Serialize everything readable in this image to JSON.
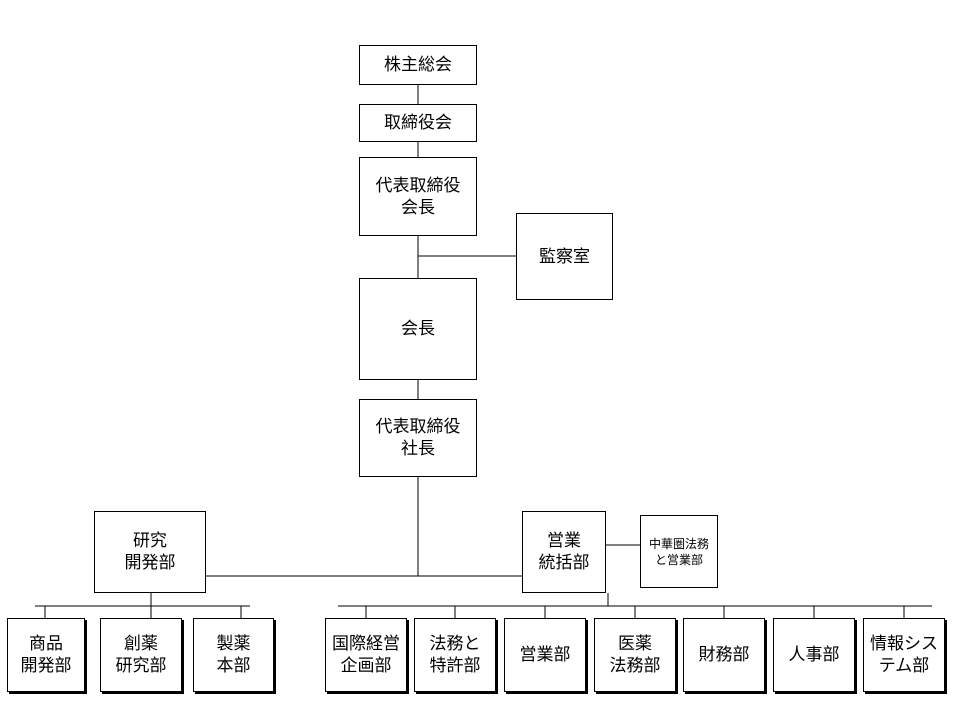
{
  "org_chart": {
    "shareholders": "株主総会",
    "board": "取締役会",
    "chairman_rep": "代表取締役\n会長",
    "audit": "監察室",
    "chairman": "会長",
    "president_rep": "代表取締役\n社長",
    "research": "研究\n開発部",
    "sales_hq": "営業\n統括部",
    "china_legal_sales": "中華圏法務\nと営業部",
    "rd_children": [
      "商品\n開発部",
      "創薬\n研究部",
      "製薬\n本部"
    ],
    "sales_children": [
      "国際経営\n企画部",
      "法務と\n特許部",
      "営業部",
      "医薬\n法務部",
      "財務部",
      "人事部",
      "情報シス\nテム部"
    ]
  }
}
